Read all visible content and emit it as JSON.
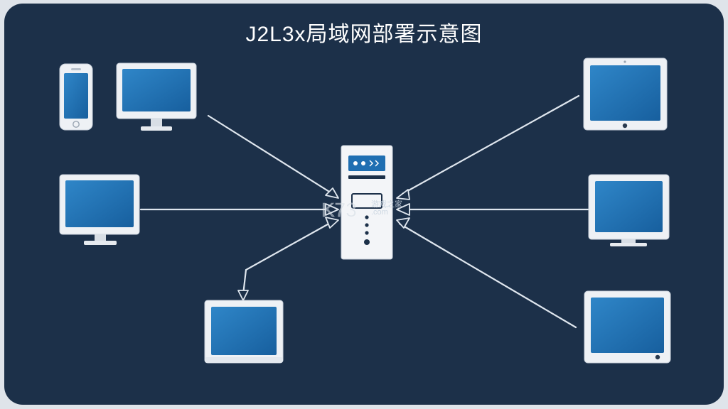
{
  "diagram": {
    "title": "J2L3x局域网部署示意图"
  },
  "watermark": {
    "logo_text": "K73",
    "line1": "游戏之家",
    "line2": ".com"
  },
  "colors": {
    "background": "#1c3049",
    "frame": "#f2f4f7",
    "screen": "#1f6fb2",
    "link": "#dfe6ee"
  },
  "devices": [
    {
      "id": "smartphone",
      "icon": "smartphone-icon"
    },
    {
      "id": "desktop-monitor-top-left",
      "icon": "monitor-icon"
    },
    {
      "id": "desktop-monitor-left",
      "icon": "monitor-icon"
    },
    {
      "id": "laptop-bottom",
      "icon": "laptop-icon"
    },
    {
      "id": "tablet-top-right",
      "icon": "tablet-icon"
    },
    {
      "id": "desktop-monitor-right",
      "icon": "monitor-icon"
    },
    {
      "id": "tablet-bottom-right",
      "icon": "tablet-icon"
    },
    {
      "id": "server",
      "icon": "server-icon"
    }
  ]
}
